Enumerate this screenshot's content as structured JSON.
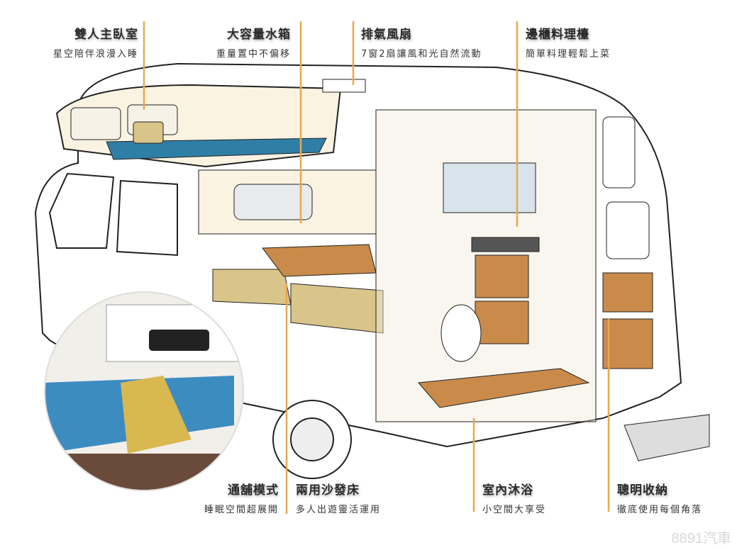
{
  "labels": [
    {
      "title": "雙人主臥室",
      "sub": "星空陪伴浪漫入睡"
    },
    {
      "title": "大容量水箱",
      "sub": "重量置中不偏移"
    },
    {
      "title": "排氣風扇",
      "sub": "7窗2扇讓風和光自然流動"
    },
    {
      "title": "邊櫃料理檯",
      "sub": "簡單料理輕鬆上菜"
    },
    {
      "title": "通舖模式",
      "sub": "睡眠空間超展開"
    },
    {
      "title": "兩用沙發床",
      "sub": "多人出遊靈活運用"
    },
    {
      "title": "室內沐浴",
      "sub": "小空間大享受"
    },
    {
      "title": "聰明收納",
      "sub": "徹底使用每個角落"
    }
  ],
  "watermark": "8891汽車",
  "colors": {
    "accent": "#e8a84f",
    "wood": "#c98a4a",
    "cushion": "#d9c48a",
    "blue": "#2f7ea6"
  }
}
